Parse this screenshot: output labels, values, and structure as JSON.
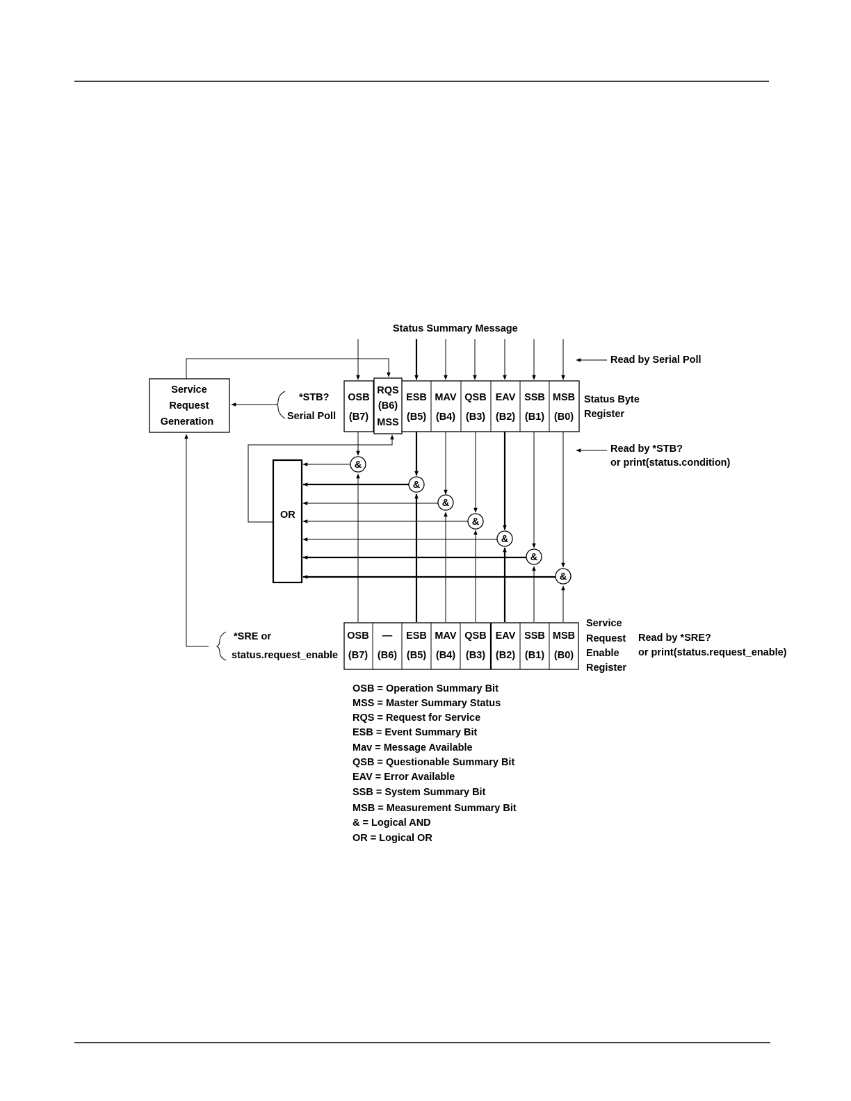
{
  "diagram": {
    "summary_message": "Status Summary Message",
    "read_by_serial_poll": "Read by Serial Poll",
    "srg": {
      "line1": "Service",
      "line2": "Request",
      "line3": "Generation"
    },
    "stb_query": "*STB?",
    "serial_poll": "Serial Poll",
    "status_byte_register": {
      "line1": "Status Byte",
      "line2": "Register"
    },
    "read_by_stb": {
      "line1": "Read by *STB?",
      "line2": "or print(status.condition)"
    },
    "or_gate": "OR",
    "and_symbol": "&",
    "sre_cmd": {
      "line1": "*SRE or",
      "line2": "status.request_enable"
    },
    "sre_register": {
      "line1": "Service",
      "line2": "Request",
      "line3": "Enable",
      "line4": "Register"
    },
    "read_by_sre": {
      "line1": "Read by *SRE?",
      "line2": "or print(status.request_enable)"
    },
    "status_byte_cells": [
      {
        "name": "OSB",
        "bit": "(B7)"
      },
      {
        "name": "RQS",
        "bit": "(B6)",
        "name2": "MSS"
      },
      {
        "name": "ESB",
        "bit": "(B5)"
      },
      {
        "name": "MAV",
        "bit": "(B4)"
      },
      {
        "name": "QSB",
        "bit": "(B3)"
      },
      {
        "name": "EAV",
        "bit": "(B2)"
      },
      {
        "name": "SSB",
        "bit": "(B1)"
      },
      {
        "name": "MSB",
        "bit": "(B0)"
      }
    ],
    "enable_cells": [
      {
        "name": "OSB",
        "bit": "(B7)"
      },
      {
        "name": "—",
        "bit": "(B6)"
      },
      {
        "name": "ESB",
        "bit": "(B5)"
      },
      {
        "name": "MAV",
        "bit": "(B4)"
      },
      {
        "name": "QSB",
        "bit": "(B3)"
      },
      {
        "name": "EAV",
        "bit": "(B2)"
      },
      {
        "name": "SSB",
        "bit": "(B1)"
      },
      {
        "name": "MSB",
        "bit": "(B0)"
      }
    ]
  },
  "legend": [
    "OSB = Operation Summary Bit",
    "MSS = Master Summary Status",
    "RQS = Request for Service",
    "ESB = Event Summary Bit",
    "Mav = Message Available",
    "QSB = Questionable Summary Bit",
    "EAV = Error Available",
    "SSB = System Summary Bit",
    "MSB = Measurement Summary Bit",
    "& = Logical AND",
    "OR = Logical OR"
  ]
}
